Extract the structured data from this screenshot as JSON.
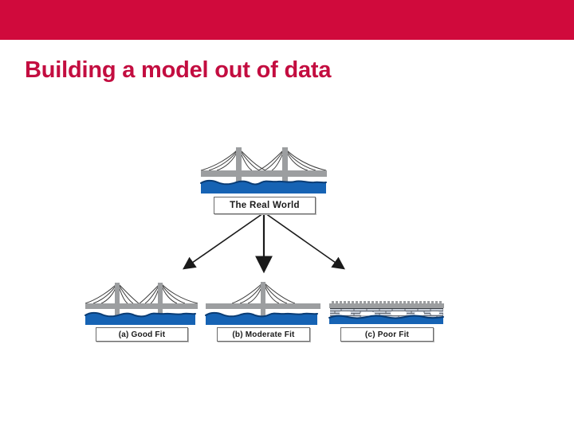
{
  "slide": {
    "title": "Building a model out of data"
  },
  "theme": {
    "band": "#D00A3C",
    "title": "#C30D40",
    "water": "#1663B4",
    "waterEdge": "#0A3C74",
    "steel": "#9C9EA0",
    "cable": "#3C3C3C",
    "arrow": "#1A1A1A",
    "boxBorder": "#6B6B6B",
    "labelText": "#1A1A1A"
  },
  "diagram": {
    "rootLabel": "The Real World",
    "fits": [
      {
        "label": "(a) Good Fit"
      },
      {
        "label": "(b) Moderate Fit"
      },
      {
        "label": "(c) Poor Fit"
      }
    ]
  }
}
